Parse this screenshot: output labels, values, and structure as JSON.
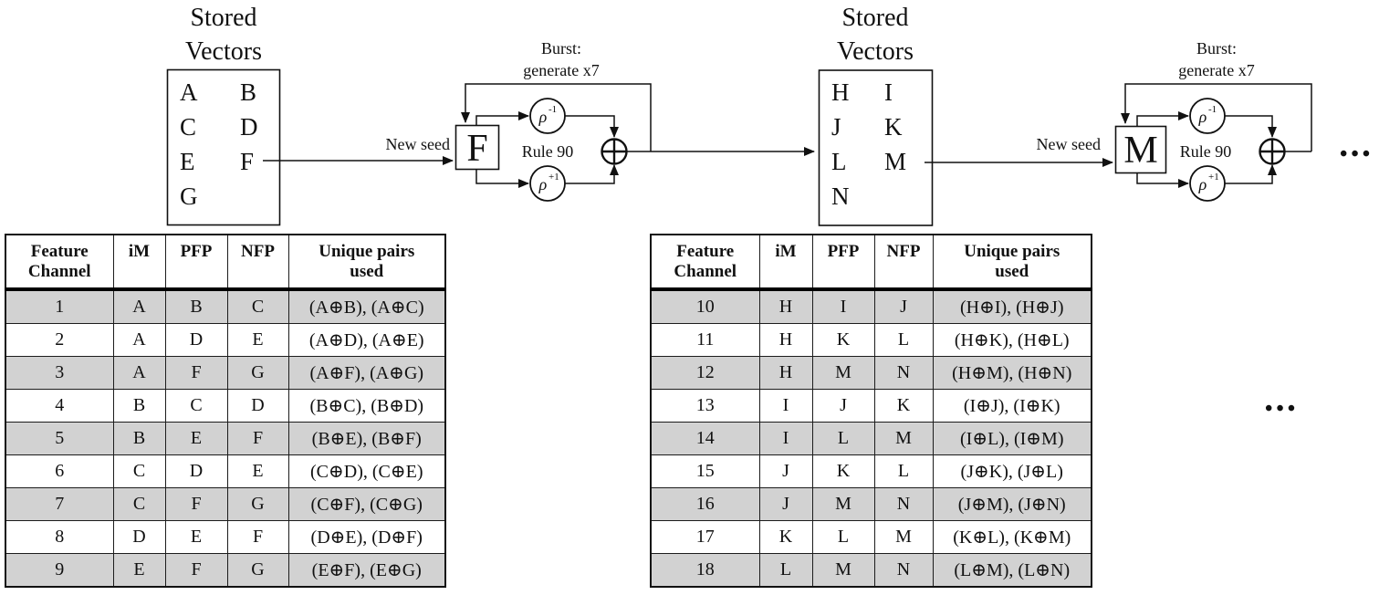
{
  "figure": {
    "stage1": {
      "title_line1": "Stored",
      "title_line2": "Vectors",
      "vectors": [
        [
          "A",
          "B"
        ],
        [
          "C",
          "D"
        ],
        [
          "E",
          "F"
        ],
        [
          "G"
        ]
      ],
      "new_seed_label": "New seed",
      "seed_letter": "F",
      "burst_line1": "Burst:",
      "burst_line2": "generate x7",
      "rule_label": "Rule 90",
      "rho": "ρ",
      "rho_top_exponent": "-1",
      "rho_bottom_exponent": "+1"
    },
    "stage2": {
      "title_line1": "Stored",
      "title_line2": "Vectors",
      "vectors": [
        [
          "H",
          "I"
        ],
        [
          "J",
          "K"
        ],
        [
          "L",
          "M"
        ],
        [
          "N"
        ]
      ],
      "new_seed_label": "New seed",
      "seed_letter": "M",
      "burst_line1": "Burst:",
      "burst_line2": "generate x7",
      "rule_label": "Rule 90",
      "rho": "ρ",
      "rho_top_exponent": "-1",
      "rho_bottom_exponent": "+1"
    },
    "continuation_dots": "•••"
  },
  "tables": [
    {
      "headers": [
        "Feature\nChannel",
        "iM",
        "PFP",
        "NFP",
        "Unique pairs\nused"
      ],
      "rows": [
        [
          "1",
          "A",
          "B",
          "C",
          "(A⊕B), (A⊕C)"
        ],
        [
          "2",
          "A",
          "D",
          "E",
          "(A⊕D), (A⊕E)"
        ],
        [
          "3",
          "A",
          "F",
          "G",
          "(A⊕F), (A⊕G)"
        ],
        [
          "4",
          "B",
          "C",
          "D",
          "(B⊕C), (B⊕D)"
        ],
        [
          "5",
          "B",
          "E",
          "F",
          "(B⊕E), (B⊕F)"
        ],
        [
          "6",
          "C",
          "D",
          "E",
          "(C⊕D), (C⊕E)"
        ],
        [
          "7",
          "C",
          "F",
          "G",
          "(C⊕F), (C⊕G)"
        ],
        [
          "8",
          "D",
          "E",
          "F",
          "(D⊕E), (D⊕F)"
        ],
        [
          "9",
          "E",
          "F",
          "G",
          "(E⊕F), (E⊕G)"
        ]
      ]
    },
    {
      "headers": [
        "Feature\nChannel",
        "iM",
        "PFP",
        "NFP",
        "Unique pairs\nused"
      ],
      "rows": [
        [
          "10",
          "H",
          "I",
          "J",
          "(H⊕I), (H⊕J)"
        ],
        [
          "11",
          "H",
          "K",
          "L",
          "(H⊕K), (H⊕L)"
        ],
        [
          "12",
          "H",
          "M",
          "N",
          "(H⊕M), (H⊕N)"
        ],
        [
          "13",
          "I",
          "J",
          "K",
          "(I⊕J), (I⊕K)"
        ],
        [
          "14",
          "I",
          "L",
          "M",
          "(I⊕L), (I⊕M)"
        ],
        [
          "15",
          "J",
          "K",
          "L",
          "(J⊕K), (J⊕L)"
        ],
        [
          "16",
          "J",
          "M",
          "N",
          "(J⊕M), (J⊕N)"
        ],
        [
          "17",
          "K",
          "L",
          "M",
          "(K⊕L), (K⊕M)"
        ],
        [
          "18",
          "L",
          "M",
          "N",
          "(L⊕M), (L⊕N)"
        ]
      ]
    }
  ],
  "colors": {
    "shaded_row": "#d2d2d2",
    "line": "#111111",
    "background": "#ffffff"
  }
}
